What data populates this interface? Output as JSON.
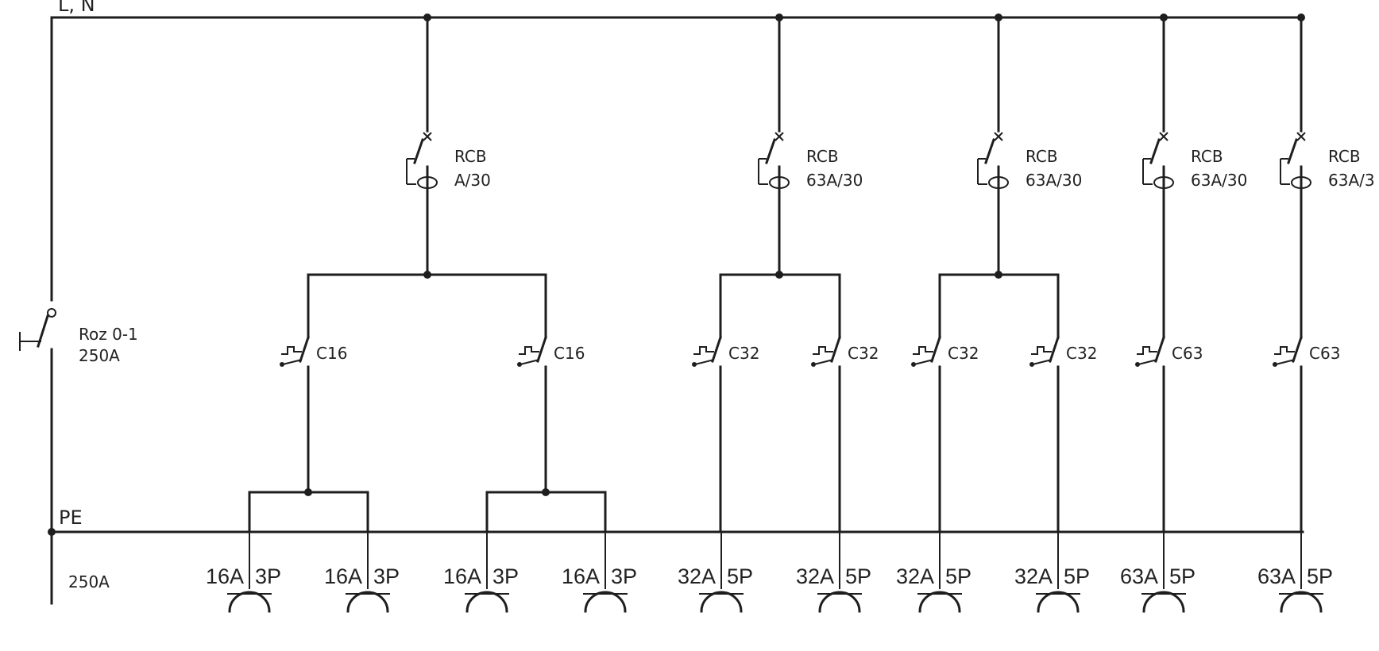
{
  "bus_label": "L, N",
  "pe_label": "PE",
  "bottom_left_label": "250A",
  "main_switch": {
    "line1": "Roz 0-1",
    "line2": "250A"
  },
  "rcbs": [
    {
      "line1": "RCB",
      "line2": "A/30"
    },
    {
      "line1": "RCB",
      "line2": "63A/30"
    },
    {
      "line1": "RCB",
      "line2": "63A/30"
    },
    {
      "line1": "RCB",
      "line2": "63A/30"
    },
    {
      "line1": "RCB",
      "line2": "63A/3"
    }
  ],
  "breakers": [
    {
      "label": "C16"
    },
    {
      "label": "C16"
    },
    {
      "label": "C32"
    },
    {
      "label": "C32"
    },
    {
      "label": "C32"
    },
    {
      "label": "C32"
    },
    {
      "label": "C63"
    },
    {
      "label": "C63"
    }
  ],
  "sockets": [
    {
      "current": "16A",
      "poles": "3P"
    },
    {
      "current": "16A",
      "poles": "3P"
    },
    {
      "current": "16A",
      "poles": "3P"
    },
    {
      "current": "16A",
      "poles": "3P"
    },
    {
      "current": "32A",
      "poles": "5P"
    },
    {
      "current": "32A",
      "poles": "5P"
    },
    {
      "current": "32A",
      "poles": "5P"
    },
    {
      "current": "32A",
      "poles": "5P"
    },
    {
      "current": "63A",
      "poles": "5P"
    },
    {
      "current": "63A",
      "poles": "5P"
    }
  ],
  "colors": {
    "line": "#1e1e1e",
    "background": "#ffffff",
    "text": "#222222"
  }
}
